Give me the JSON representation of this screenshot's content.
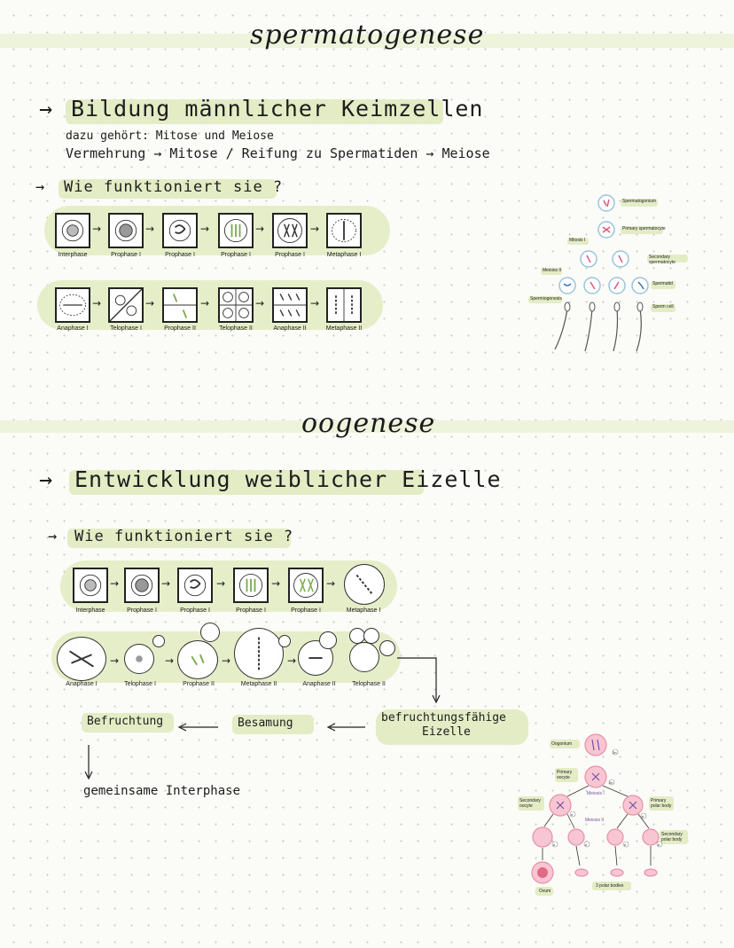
{
  "section1": {
    "title": "spermatogenese",
    "heading": "Bildung männlicher Keimzellen",
    "note1": "dazu gehört: Mitose und Meiose",
    "note2": "Vermehrung → Mitose / Reifung zu Spermatiden → Meiose",
    "question": "Wie funktioniert sie ?",
    "row1": [
      "Interphase",
      "Prophase I",
      "Prophase I",
      "Prophase I",
      "Prophase I",
      "Metaphase I"
    ],
    "row2": [
      "Anaphase I",
      "Telophase I",
      "Prophase II",
      "Telophase II",
      "Anaphase II",
      "Metaphase II"
    ],
    "figure": {
      "labels": [
        "Spermatogonium",
        "Primary spermatocyte",
        "Secondary spermatocyte",
        "Spermatid",
        "Sperm cell"
      ],
      "side": [
        "Mitosis I",
        "Meiosis II",
        "Spermiogenesis"
      ]
    }
  },
  "section2": {
    "title": "oogenese",
    "heading": "Entwicklung weiblicher Eizelle",
    "question": "Wie funktioniert sie ?",
    "row1": [
      "Interphase",
      "Prophase I",
      "Prophase I",
      "Prophase I",
      "Prophase I",
      "Metaphase I"
    ],
    "row2": [
      "Anaphase I",
      "Telophase I",
      "Prophase II",
      "Metaphase II",
      "Anaphase II",
      "Telophase II"
    ],
    "flow": {
      "a": "Befruchtung",
      "b": "Besamung",
      "c1": "befruchtungsfähige",
      "c2": "Eizelle",
      "d": "gemeinsame Interphase"
    },
    "figure": {
      "oogonium": "Oogonium",
      "primary": "Primary oocyte",
      "meiosis1": "Meiosis I",
      "secondary": "Secondary oocyte",
      "primary_polar": "Primary polar body",
      "meiosis2": "Meiosis II",
      "secondary_polar": "Secondary polar body",
      "ovum": "Ovum",
      "polar_bodies": "3 polar bodies",
      "n2": "2n",
      "n": "n"
    }
  },
  "colors": {
    "highlight": "#e4ecc6",
    "band": "#eef3dc",
    "pink": "#f2a8b8"
  }
}
